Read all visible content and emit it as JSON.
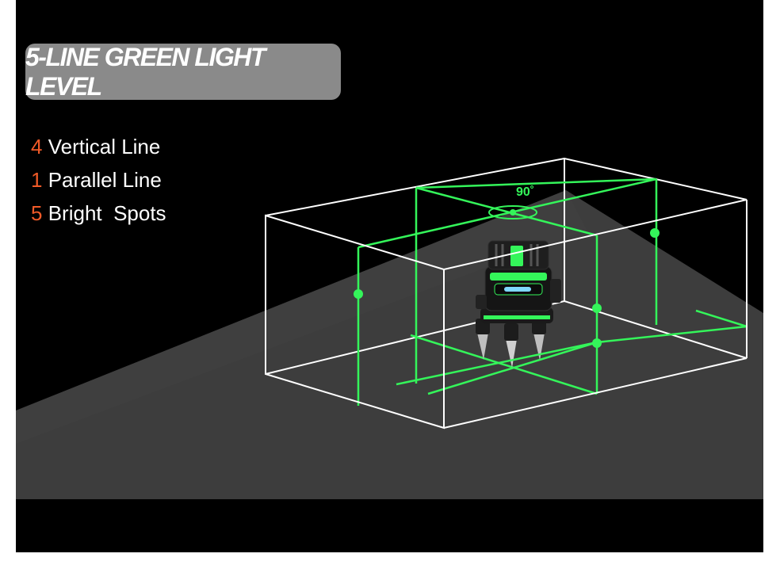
{
  "title": "5-LINE GREEN LIGHT LEVEL",
  "features": [
    {
      "count": "4",
      "label": "Vertical Line"
    },
    {
      "count": "1",
      "label": "Parallel Line"
    },
    {
      "count": "5",
      "label": "Bright  Spots"
    }
  ],
  "angle_label": "90˚",
  "colors": {
    "background": "#000000",
    "floor": "#3d3d3d",
    "badge": "#8a8a8a",
    "accent": "#f05a28",
    "laser": "#34f55a",
    "box_line": "#ffffff"
  }
}
